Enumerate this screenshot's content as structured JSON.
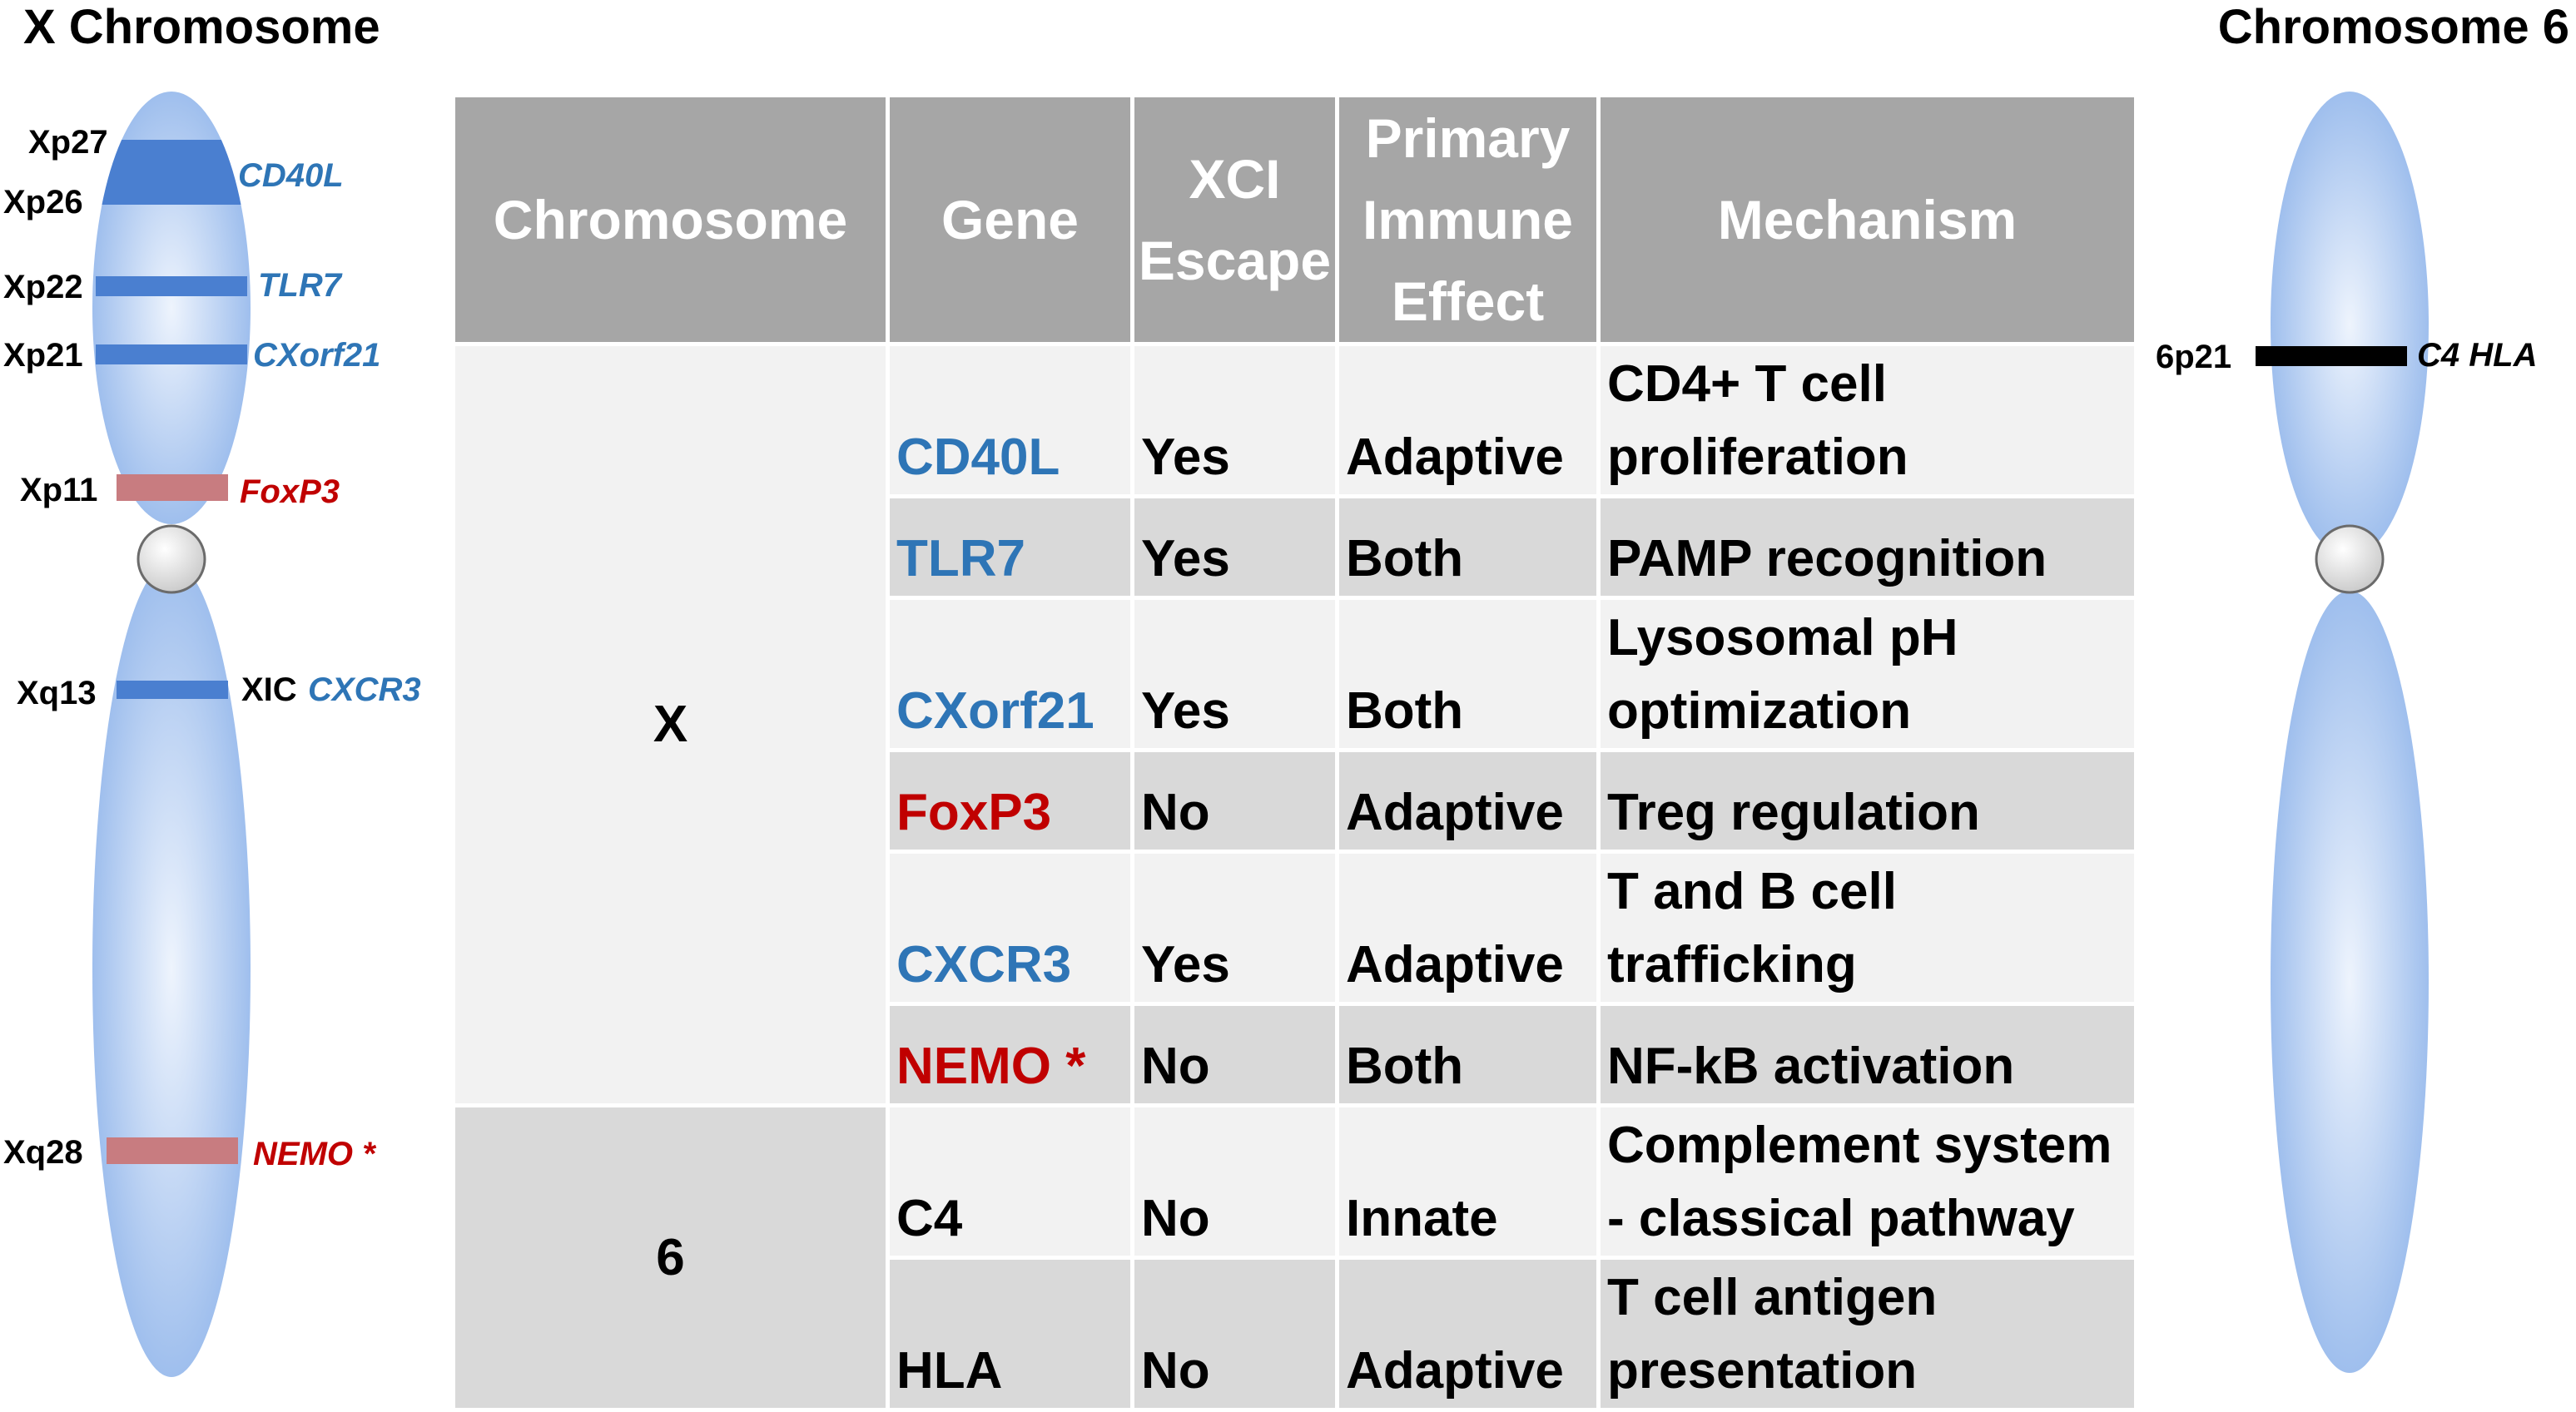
{
  "x_chromosome": {
    "title": "X Chromosome",
    "bands": [
      {
        "label": "Xp27"
      },
      {
        "label": "Xp26"
      },
      {
        "label": "Xp22"
      },
      {
        "label": "Xp21"
      },
      {
        "label": "Xp11"
      },
      {
        "label": "Xq13"
      },
      {
        "label": "Xq28"
      }
    ],
    "genes": [
      "CD40L",
      "TLR7",
      "CXorf21",
      "FoxP3",
      "XIC",
      "CXCR3",
      "NEMO *"
    ]
  },
  "chromosome_6": {
    "title": "Chromosome 6",
    "band": "6p21",
    "gene": "C4 HLA"
  },
  "colors": {
    "blue_gene": "#2e75b6",
    "red_gene": "#c00000",
    "header_bg": "#a6a6a6",
    "row_light": "#f2f2f2",
    "row_dark": "#d9d9d9"
  },
  "table": {
    "headers": [
      "Chromosome",
      "Gene",
      "XCI Escape",
      "Primary Immune Effect",
      "Mechanism"
    ],
    "groups": [
      {
        "chromosome": "X",
        "rows": [
          {
            "gene": "CD40L",
            "escape": "Yes",
            "effect": "Adaptive",
            "mechanism": "CD4+ T cell proliferation"
          },
          {
            "gene": "TLR7",
            "escape": "Yes",
            "effect": "Both",
            "mechanism": "PAMP recognition"
          },
          {
            "gene": "CXorf21",
            "escape": "Yes",
            "effect": "Both",
            "mechanism": "Lysosomal pH optimization"
          },
          {
            "gene": "FoxP3",
            "escape": "No",
            "effect": "Adaptive",
            "mechanism": "Treg regulation"
          },
          {
            "gene": "CXCR3",
            "escape": "Yes",
            "effect": "Adaptive",
            "mechanism": "T and B cell trafficking"
          },
          {
            "gene": "NEMO *",
            "escape": "No",
            "effect": "Both",
            "mechanism": "NF-kB activation"
          }
        ]
      },
      {
        "chromosome": "6",
        "rows": [
          {
            "gene": "C4",
            "escape": "No",
            "effect": "Innate",
            "mechanism": "Complement system - classical pathway"
          },
          {
            "gene": "HLA",
            "escape": "No",
            "effect": "Adaptive",
            "mechanism": "T cell antigen presentation"
          }
        ]
      }
    ]
  }
}
